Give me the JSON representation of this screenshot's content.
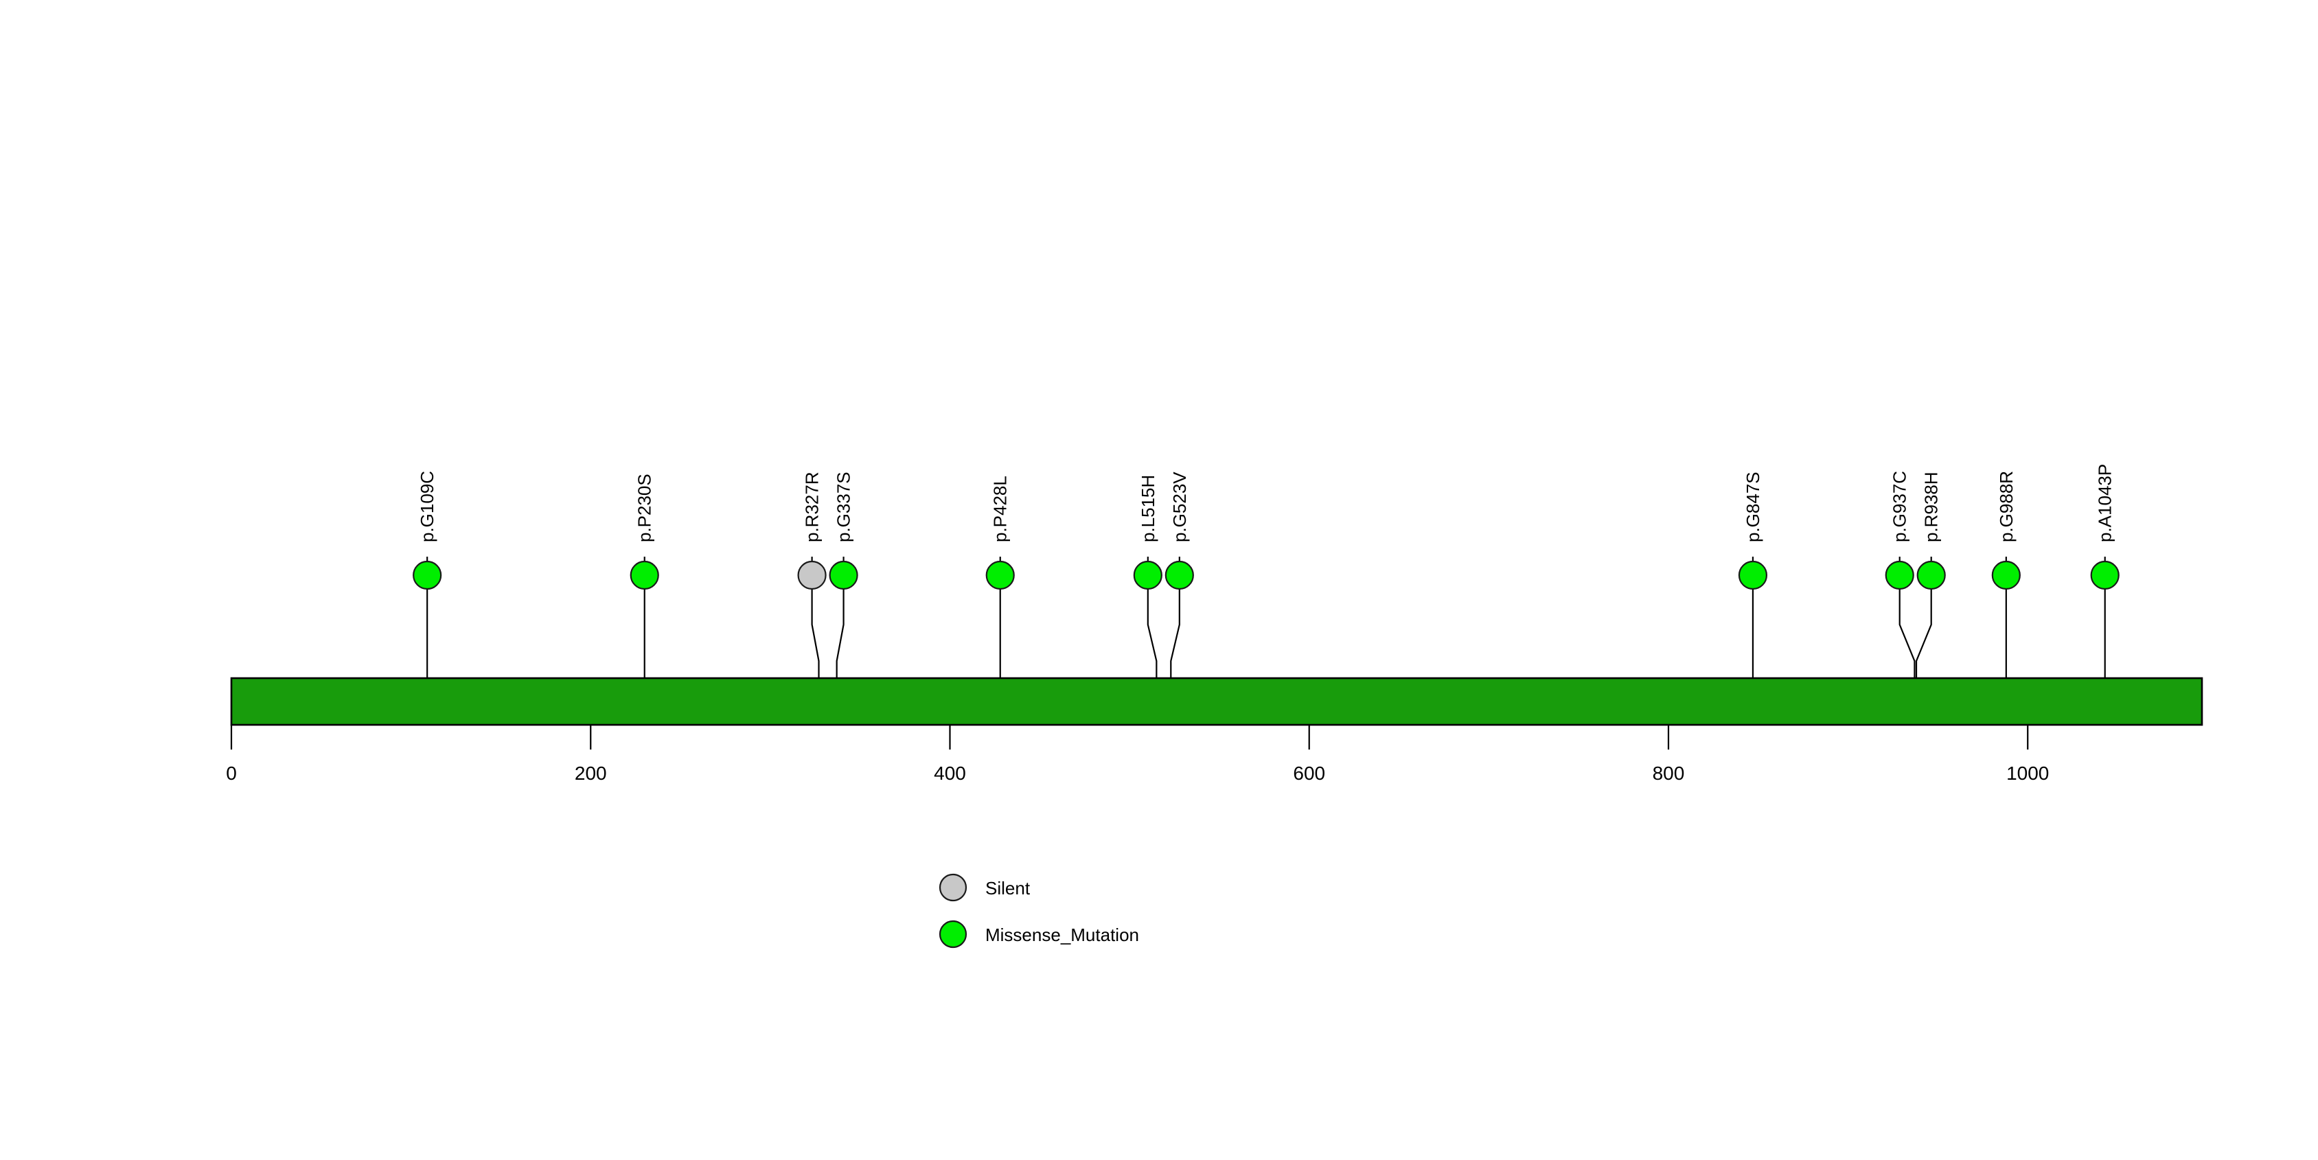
{
  "chart_data": {
    "type": "lollipop",
    "title": "",
    "xlabel": "",
    "ylabel": "",
    "xlim": [
      0,
      1097
    ],
    "axis_ticks": [
      0,
      200,
      400,
      600,
      800,
      1000
    ],
    "axis_tick_labels": [
      "0",
      "200",
      "400",
      "600",
      "800",
      "1000"
    ],
    "protein_length": 1097,
    "domain_track": {
      "label": "",
      "start": 0,
      "end": 1097,
      "color": "#189c0c"
    },
    "mutations": [
      {
        "label": "p.G109C",
        "position": 109,
        "type": "Missense_Mutation",
        "color": "#00ee00",
        "count": 1
      },
      {
        "label": "p.P230S",
        "position": 230,
        "type": "Missense_Mutation",
        "color": "#00ee00",
        "count": 1
      },
      {
        "label": "p.R327R",
        "position": 327,
        "type": "Silent",
        "color": "#c8c8c8",
        "count": 1
      },
      {
        "label": "p.G337S",
        "position": 337,
        "type": "Missense_Mutation",
        "color": "#00ee00",
        "count": 1
      },
      {
        "label": "p.P428L",
        "position": 428,
        "type": "Missense_Mutation",
        "color": "#00ee00",
        "count": 1
      },
      {
        "label": "p.L515H",
        "position": 515,
        "type": "Missense_Mutation",
        "color": "#00ee00",
        "count": 1
      },
      {
        "label": "p.G523V",
        "position": 523,
        "type": "Missense_Mutation",
        "color": "#00ee00",
        "count": 1
      },
      {
        "label": "p.G847S",
        "position": 847,
        "type": "Missense_Mutation",
        "color": "#00ee00",
        "count": 1
      },
      {
        "label": "p.G937C",
        "position": 937,
        "type": "Missense_Mutation",
        "color": "#00ee00",
        "count": 1
      },
      {
        "label": "p.R938H",
        "position": 938,
        "type": "Missense_Mutation",
        "color": "#00ee00",
        "count": 1
      },
      {
        "label": "p.G988R",
        "position": 988,
        "type": "Missense_Mutation",
        "color": "#00ee00",
        "count": 1
      },
      {
        "label": "p.A1043P",
        "position": 1043,
        "type": "Missense_Mutation",
        "color": "#00ee00",
        "count": 1
      }
    ],
    "legend": {
      "position": "bottom-center",
      "entries": [
        {
          "label": "Silent",
          "color": "#c8c8c8"
        },
        {
          "label": "Missense_Mutation",
          "color": "#00ee00"
        }
      ]
    }
  }
}
